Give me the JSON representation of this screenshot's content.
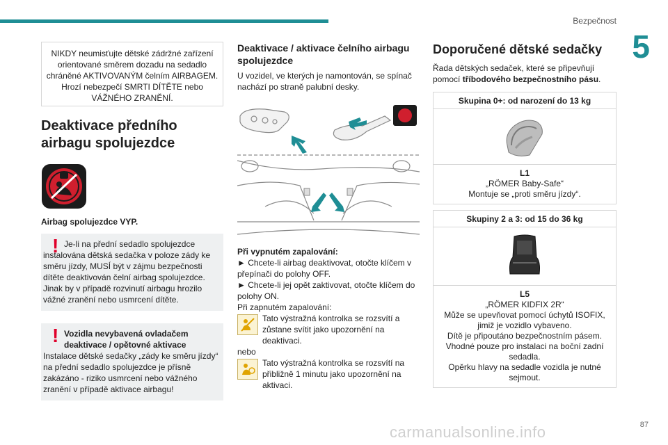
{
  "header": {
    "section": "Bezpečnost",
    "chapter": "5",
    "page": "87"
  },
  "watermark": "carmanualsonline.info",
  "col1": {
    "warning": "NIKDY neumisťujte dětské zádržné zařízení orientované směrem dozadu na sedadlo chráněné AKTIVOVANÝM čelním AIRBAGEM. Hrozí nebezpečí SMRTI DÍTĚTE nebo VÁŽNÉHO ZRANĚNÍ.",
    "title": "Deaktivace předního airbagu spolujezdce",
    "icon_caption": "Airbag spolujezdce VYP.",
    "alert1": "Je-li na přední sedadlo spolujezdce instalována dětská sedačka v poloze zády ke směru jízdy, MUSÍ být v zájmu bezpečnosti dítěte deaktivován čelní airbag spolujezdce. Jinak by v případě rozvinutí airbagu hrozilo vážné zranění nebo usmrcení dítěte.",
    "alert2_bold": "Vozidla nevybavená ovladačem deaktivace / opětovné aktivace",
    "alert2": "Instalace dětské sedačky „zády ke směru jízdy“ na přední sedadlo spolujezdce je přísně zakázáno - riziko usmrcení nebo vážného zranění v případě aktivace airbagu!"
  },
  "col2": {
    "title": "Deaktivace / aktivace čelního airbagu spolujezdce",
    "intro": "U vozidel, ve kterých je namontován, se spínač nachází po straně palubní desky.",
    "ignition_off": "Při vypnutém zapalování:",
    "step1": "► Chcete-li airbag deaktivovat, otočte klíčem v přepínači do polohy OFF.",
    "step2": "► Chcete-li jej opět zaktivovat, otočte klíčem do polohy ON.",
    "ignition_on": "Při zapnutém zapalování:",
    "lamp1": "Tato výstražná kontrolka se rozsvítí a zůstane svítit jako upozornění na deaktivaci.",
    "or": "nebo",
    "lamp2": "Tato výstražná kontrolka se rozsvítí na přibližně 1 minutu jako upozornění na aktivaci."
  },
  "col3": {
    "title": "Doporučené dětské sedačky",
    "intro_a": "Řada dětských sedaček, které se připevňují pomocí",
    "intro_b": "tříbodového bezpečnostního pásu",
    "cards": [
      {
        "head": "Skupina 0+: od narození do 13 kg",
        "code": "L1",
        "lines": [
          "„RÖMER Baby-Safe“",
          "Montuje se „proti směru jízdy“."
        ]
      },
      {
        "head": "Skupiny 2 a 3: od 15 do 36 kg",
        "code": "L5",
        "lines": [
          "„RÖMER KIDFIX 2R“",
          "Může se upevňovat pomocí úchytů ISOFIX, jimiž je vozidlo vybaveno.",
          "Dítě je připoutáno bezpečnostním pásem.",
          "Vhodné pouze pro instalaci na boční zadní sedadla.",
          "Opěrku hlavy na sedadle vozidla je nutné sejmout."
        ]
      }
    ]
  }
}
